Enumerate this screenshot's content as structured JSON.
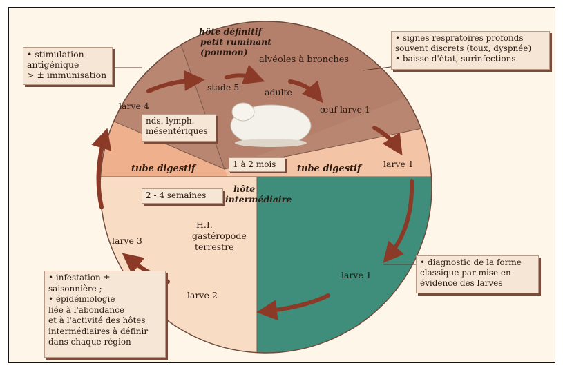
{
  "cycle": {
    "host_definitive": "hôte définitif\npetit ruminant\n(poumon)",
    "alveoles": "alvéoles à bronches",
    "stade5": "stade 5",
    "adulte": "adulte",
    "oeuf_larve1": "œuf larve 1",
    "larve4": "larve 4",
    "larve1_top": "larve 1",
    "tube_left": "tube digestif",
    "tube_right": "tube digestif",
    "mois": "1 à 2 mois",
    "semaines": "2 - 4 semaines",
    "host_intermediate": "hôte\nintermédiaire",
    "hi_text": "H.I.\ngastéropode\nterrestre",
    "larve3": "larve 3",
    "larve2": "larve 2",
    "larve1_bottom": "larve 1",
    "nds": "nds. lymph.\nmésentériques"
  },
  "callouts": {
    "stimulation": "• stimulation\nantigénique\n> ± immunisation",
    "signes": "• signes respratoires profonds\nsouvent discrets (toux, dyspnée)\n• baisse d'état, surinfections",
    "diagnostic": "• diagnostic de la forme\nclassique par mise en\névidence des larves",
    "infestation": "• infestation ±\nsaisonnière ;\n• épidémiologie\nliée à l'abondance\net à l'activité des hôtes\nintermédiaires à définir\ndans chaque région"
  },
  "colors": {
    "brown_top": "#b98672",
    "brown_dark": "#a8705c",
    "salmon": "#efb08e",
    "peach": "#f9dcc4",
    "teal": "#3f8e7c",
    "arrow": "#8a3a26"
  }
}
